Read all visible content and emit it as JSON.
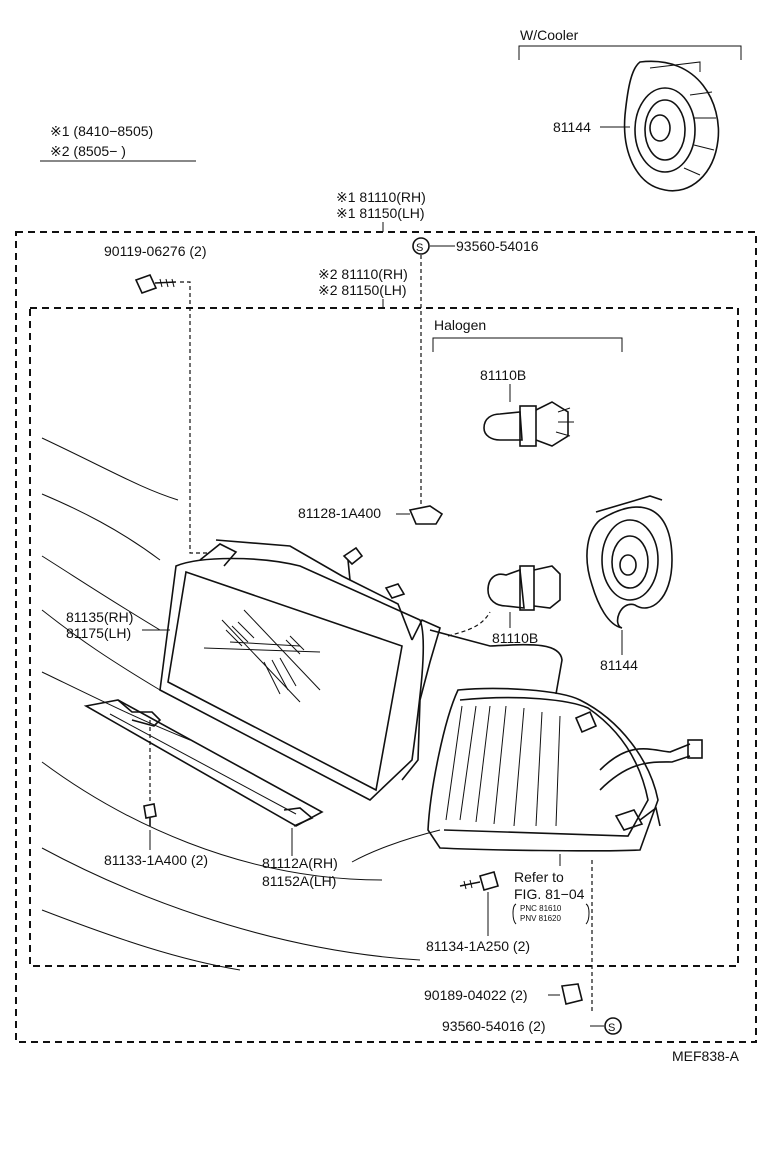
{
  "variants": {
    "v1": "※1 (8410−8505)",
    "v2": "※2 (8505−      )"
  },
  "cooler_label": "W/Cooler",
  "halogen_label": "Halogen",
  "figure_code": "MEF838-A",
  "assembly": {
    "v1_rh": "※1 81110(RH)",
    "v1_lh": "※1 81150(LH)",
    "v2_rh": "※2 81110(RH)",
    "v2_lh": "※2 81150(LH)"
  },
  "parts": {
    "p81144_top": "81144",
    "p81144_right": "81144",
    "p90119": "90119-06276 (2)",
    "p93560_top": "93560-54016",
    "p81110b_top": "81110B",
    "p81110b_mid": "81110B",
    "p81128": "81128-1A400",
    "p81135": "81135(RH)",
    "p81175": "81175(LH)",
    "p81133": "81133-1A400 (2)",
    "p81112a": "81112A(RH)",
    "p81152a": "81152A(LH)",
    "p81134": "81134-1A250 (2)",
    "p90189": "90189-04022 (2)",
    "p93560_bot": "93560-54016 (2)",
    "s_symbol": "S"
  },
  "refer": {
    "line1": "Refer to",
    "line2": "FIG. 81−04",
    "line3": "PNC 81610",
    "line4": "PNV 81620"
  }
}
